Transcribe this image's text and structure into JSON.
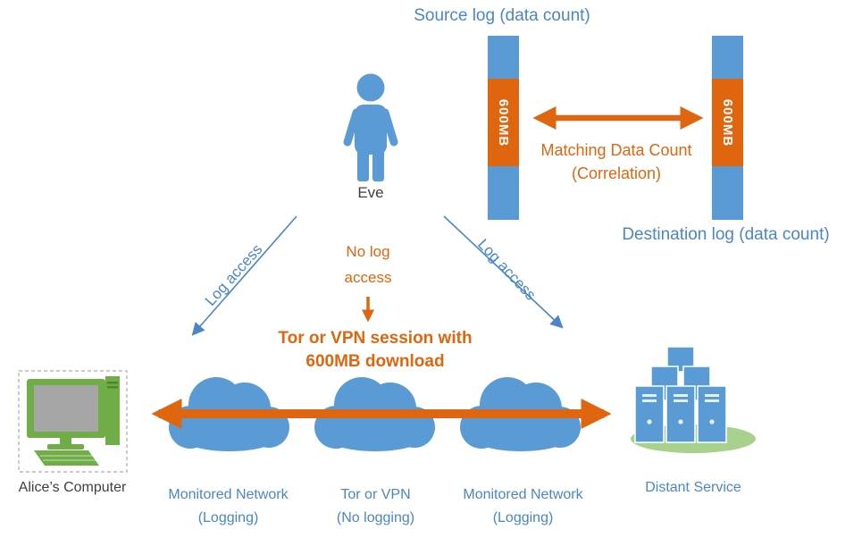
{
  "colors": {
    "blue": "#5B9BD5",
    "blue-text": "#4A86C8",
    "orange": "#DF650F",
    "green": "#70AD47",
    "green-light": "#A9D18E",
    "screen-gray": "#A6A6A6",
    "dark": "#3F3F3F"
  },
  "logs": {
    "source_label": "Source log (data count)",
    "destination_label": "Destination log (data count)",
    "source_bar_value": "600MB",
    "destination_bar_value": "600MB",
    "matching_line1": "Matching Data Count",
    "matching_line2": "(Correlation)"
  },
  "eve": {
    "label": "Eve",
    "log_access_left": "Log access",
    "log_access_right": "Log access",
    "no_log_line1": "No log",
    "no_log_line2": "access"
  },
  "session": {
    "line1": "Tor or VPN session with",
    "line2": "600MB download"
  },
  "nodes": {
    "alice": "Alice’s Computer",
    "monitored_left_line1": "Monitored Network",
    "monitored_left_line2": "(Logging)",
    "tor_line1": "Tor or VPN",
    "tor_line2": "(No logging)",
    "monitored_right_line1": "Monitored Network",
    "monitored_right_line2": "(Logging)",
    "distant": "Distant Service"
  }
}
